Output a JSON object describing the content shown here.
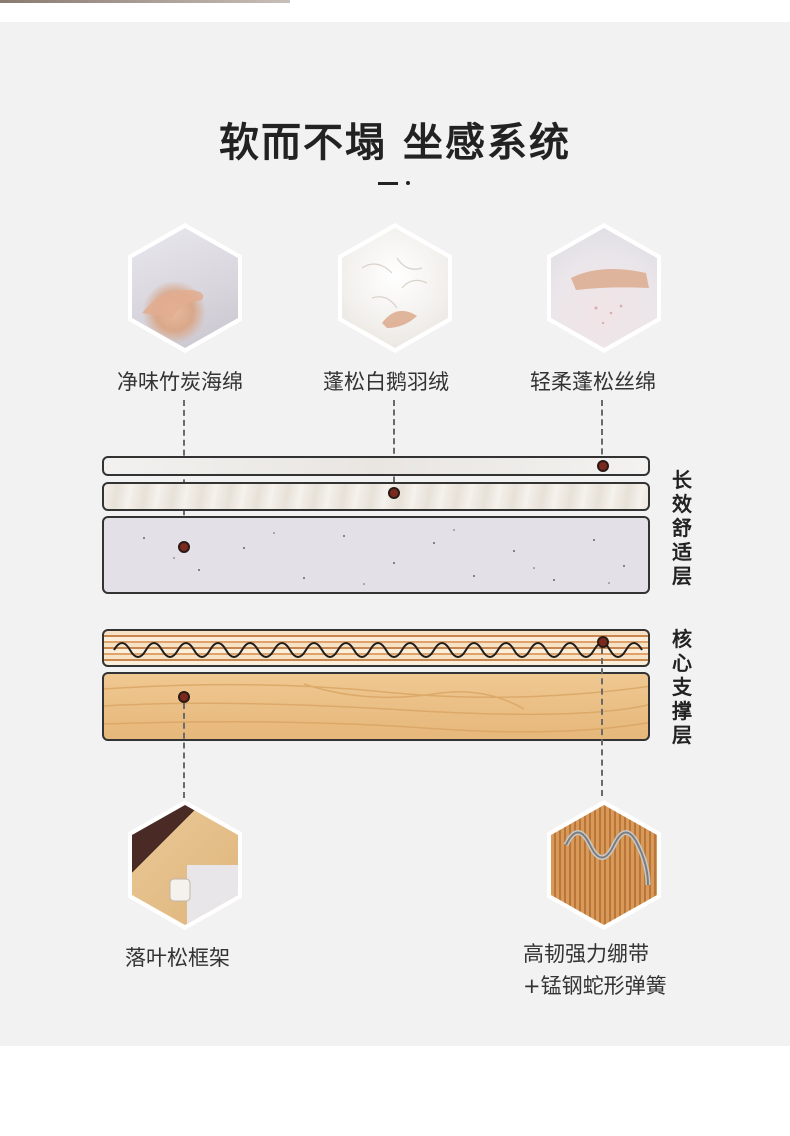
{
  "title": "软而不塌 坐感系统",
  "materials_top": [
    {
      "label": "净味竹炭海绵",
      "image": "sponge-photo"
    },
    {
      "label": "蓬松白鹅羽绒",
      "image": "goose-down-photo"
    },
    {
      "label": "轻柔蓬松丝绵",
      "image": "silk-floss-photo"
    }
  ],
  "materials_bottom": [
    {
      "label": "落叶松框架",
      "image": "larch-frame-photo"
    },
    {
      "label_line1": "高韧强力绷带",
      "label_line2": "+锰钢蛇形弹簧",
      "image": "spring-webbing-photo"
    }
  ],
  "side_labels": {
    "comfort": "长效舒适层",
    "support": "核心支撑层"
  },
  "colors": {
    "background": "#f2f2f2",
    "dot": "#7a2a1c",
    "wood": "#e8bd84",
    "foam": "#e3e0e8"
  }
}
